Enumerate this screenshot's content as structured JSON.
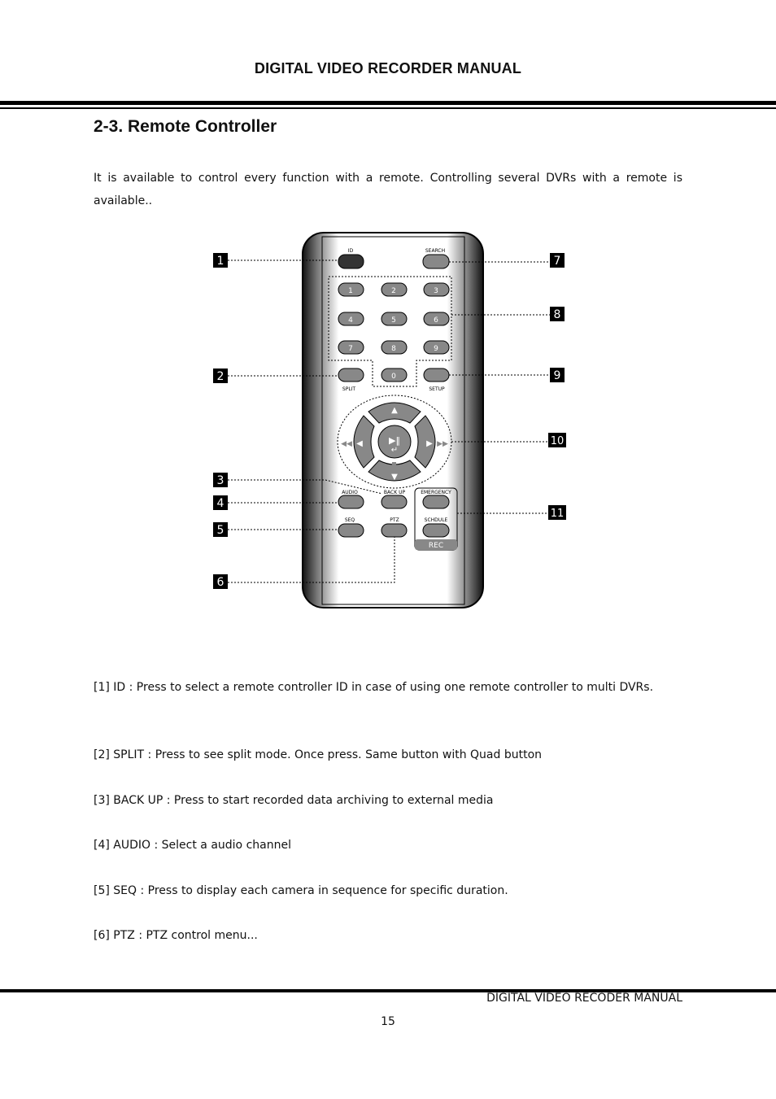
{
  "header": {
    "title": "DIGITAL VIDEO RECORDER MANUAL"
  },
  "section": {
    "title": "2-3. Remote Controller",
    "intro": "It is available to control every function with a remote. Controlling several DVRs with a remote is available.."
  },
  "remote": {
    "buttons": {
      "id": "ID",
      "search": "SEARCH",
      "split": "SPLIT",
      "setup": "SETUP",
      "audio": "AUDIO",
      "backup": "BACK UP",
      "emergency": "EMERGENCY",
      "seq": "SEQ",
      "ptz": "PTZ",
      "schedule": "SCHDULE",
      "rec": "REC"
    },
    "digits": [
      "1",
      "2",
      "3",
      "4",
      "5",
      "6",
      "7",
      "8",
      "9",
      "0"
    ],
    "callouts": [
      "1",
      "2",
      "3",
      "4",
      "5",
      "6",
      "7",
      "8",
      "9",
      "10",
      "11"
    ]
  },
  "descriptions": [
    "[1] ID : Press to select a remote controller ID in case of using one remote  controller to multi DVRs.",
    "[2] SPLIT : Press to see split mode. Once press. Same button with Quad button",
    "[3] BACK UP : Press to start recorded data archiving to external media",
    "[4] AUDIO : Select a audio channel",
    "[5] SEQ : Press to display each camera in sequence for specific duration.",
    "[6] PTZ : PTZ control menu..."
  ],
  "footer": {
    "text": "DIGITAL VIDEO RECODER MANUAL",
    "page_number": "15"
  }
}
